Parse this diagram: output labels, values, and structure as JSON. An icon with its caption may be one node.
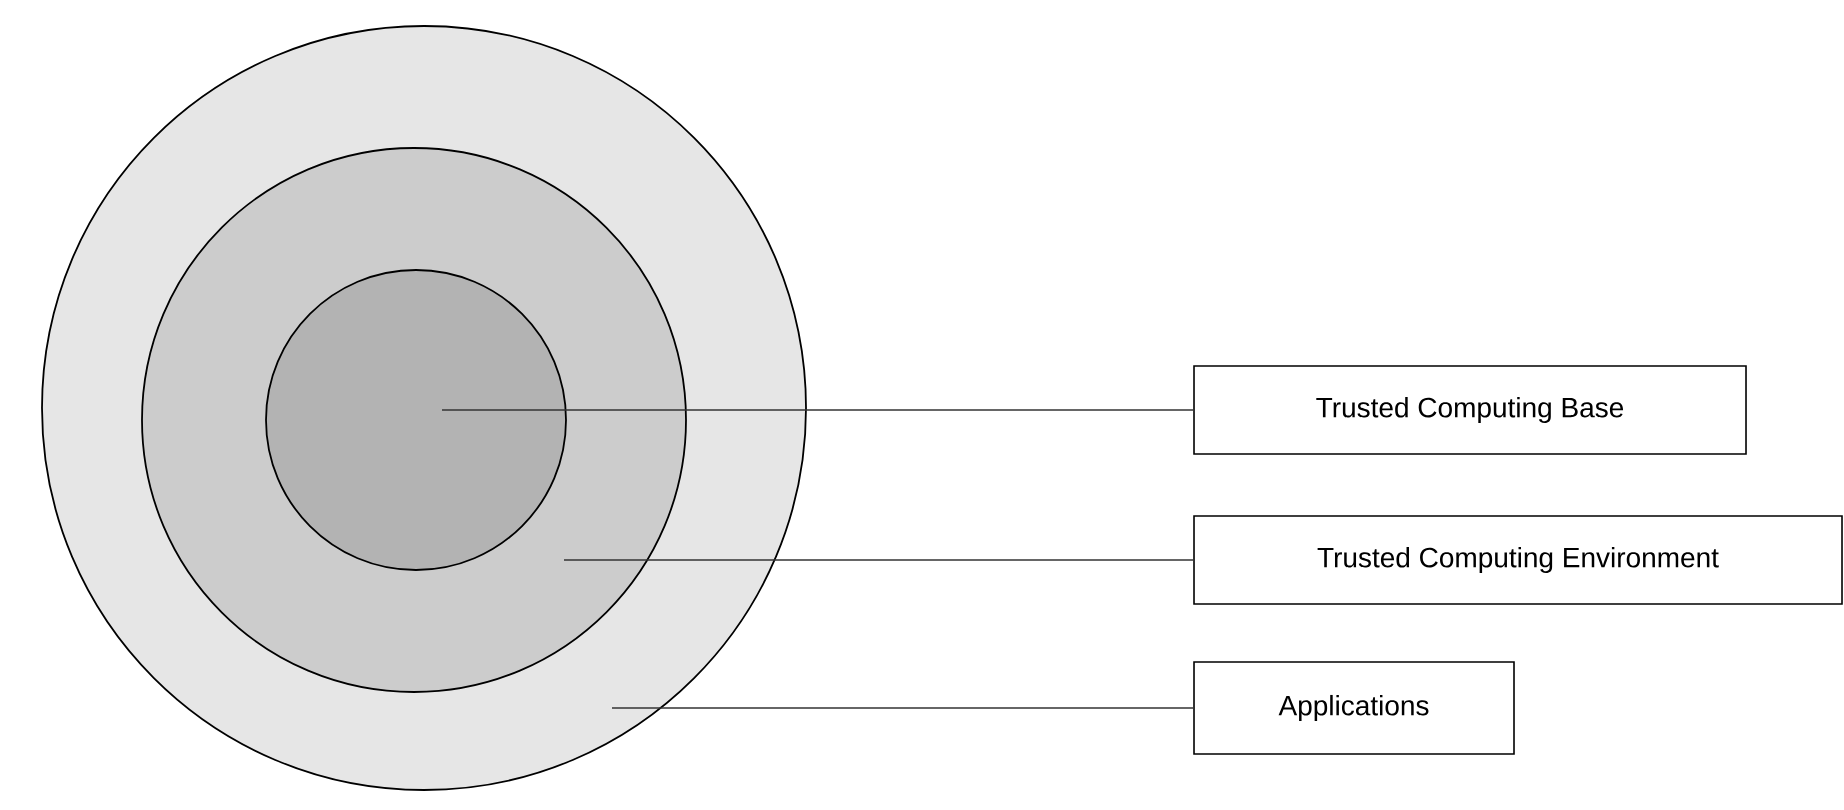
{
  "diagram": {
    "nodes": [
      {
        "text": [],
        "shape": "circle"
      },
      {
        "text": [],
        "shape": "circle",
        "in": 0
      },
      {
        "text": [],
        "shape": "circle",
        "in": 1
      },
      {
        "text": [
          "Trusted Computing Base"
        ]
      },
      {
        "text": [
          "Trusted Computing Environment"
        ]
      },
      {
        "text": [
          "Applications"
        ]
      }
    ],
    "edges": [
      {
        "from": 3,
        "to": 2,
        "arrow": "none"
      },
      {
        "from": 4,
        "to": 1,
        "arrow": "none"
      },
      {
        "from": 5,
        "to": 0,
        "arrow": "none"
      }
    ]
  }
}
